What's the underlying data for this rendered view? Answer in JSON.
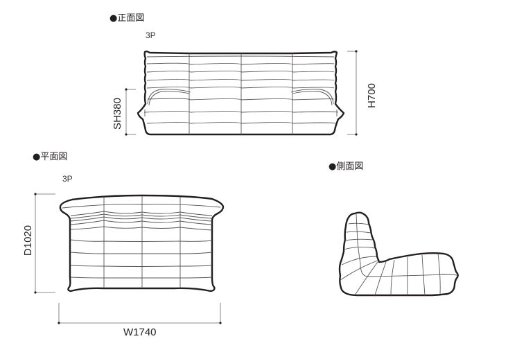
{
  "views": {
    "front": {
      "title": "●正面図",
      "model": "3P",
      "dimensions": {
        "seat_height": "SH380",
        "height": "H700"
      }
    },
    "plan": {
      "title": "●平面図",
      "model": "3P",
      "dimensions": {
        "depth": "D1020",
        "width": "W1740"
      }
    },
    "side": {
      "title": "●側面図"
    }
  },
  "colors": {
    "line": "#231f20",
    "dimension_line": "#666666",
    "background": "#ffffff"
  }
}
